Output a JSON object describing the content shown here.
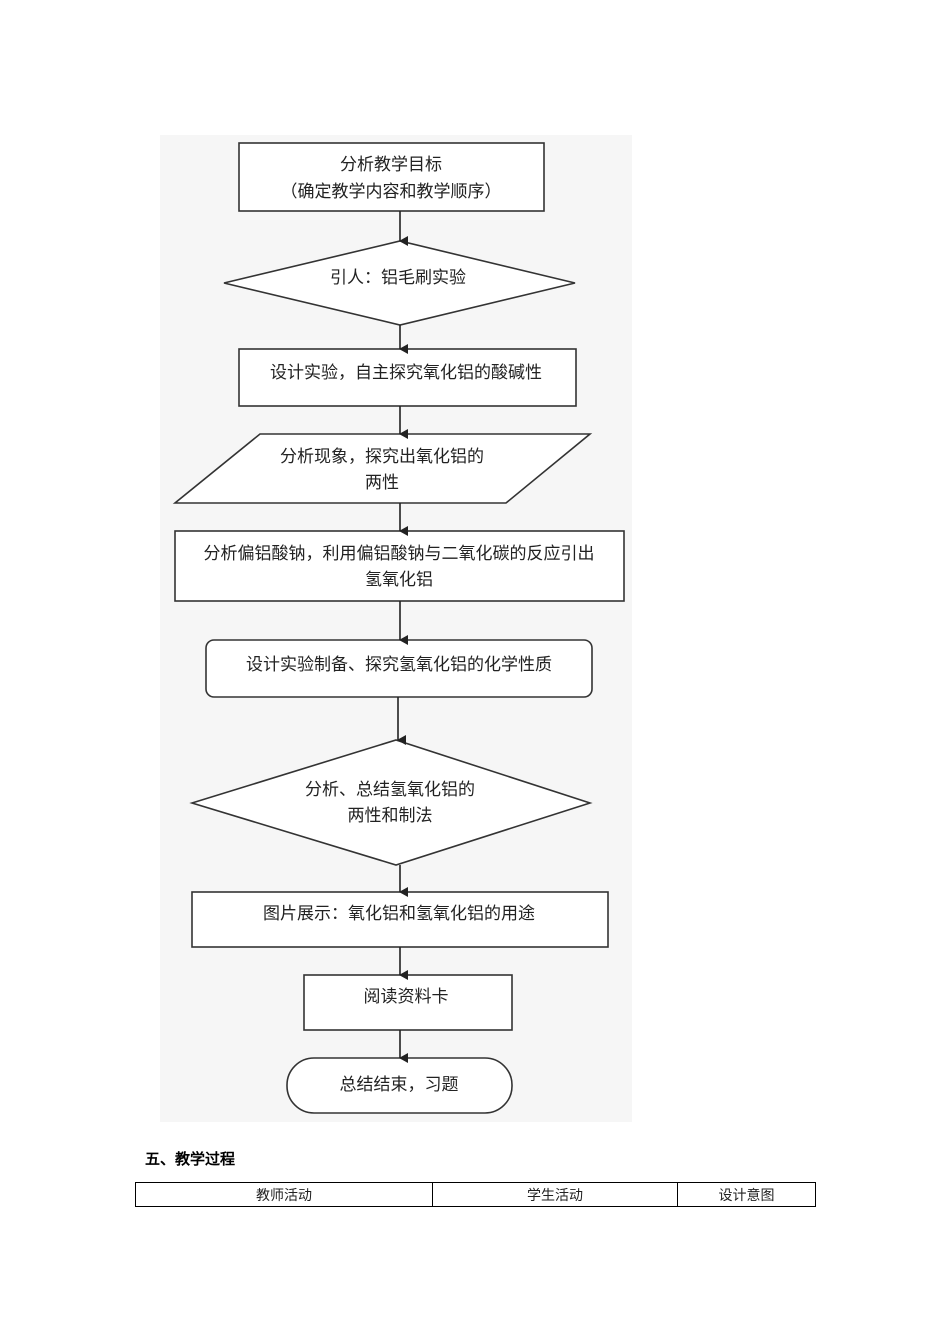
{
  "flowchart": {
    "steps": [
      {
        "shape": "rectangle",
        "lines": [
          "分析教学目标",
          "（确定教学内容和教学顺序）"
        ]
      },
      {
        "shape": "diamond",
        "lines": [
          "引人：铝毛刷实验"
        ]
      },
      {
        "shape": "rectangle",
        "lines": [
          "设计实验，自主探究氧化铝的酸碱性"
        ]
      },
      {
        "shape": "parallelogram",
        "lines": [
          "分析现象，探究出氧化铝的",
          "两性"
        ]
      },
      {
        "shape": "rectangle",
        "lines": [
          "分析偏铝酸钠，利用偏铝酸钠与二氧化碳的反应引出",
          "氢氧化铝"
        ]
      },
      {
        "shape": "rounded-rectangle",
        "lines": [
          "设计实验制备、探究氢氧化铝的化学性质"
        ]
      },
      {
        "shape": "diamond",
        "lines": [
          "分析、总结氢氧化铝的",
          "两性和制法"
        ]
      },
      {
        "shape": "rectangle",
        "lines": [
          "图片展示：氧化铝和氢氧化铝的用途"
        ]
      },
      {
        "shape": "rectangle",
        "lines": [
          "阅读资料卡"
        ]
      },
      {
        "shape": "terminator",
        "lines": [
          "总结结束，习题"
        ]
      }
    ]
  },
  "section": {
    "heading": "五、教学过程"
  },
  "table": {
    "headers": [
      "教师活动",
      "学生活动",
      "设计意图"
    ]
  }
}
